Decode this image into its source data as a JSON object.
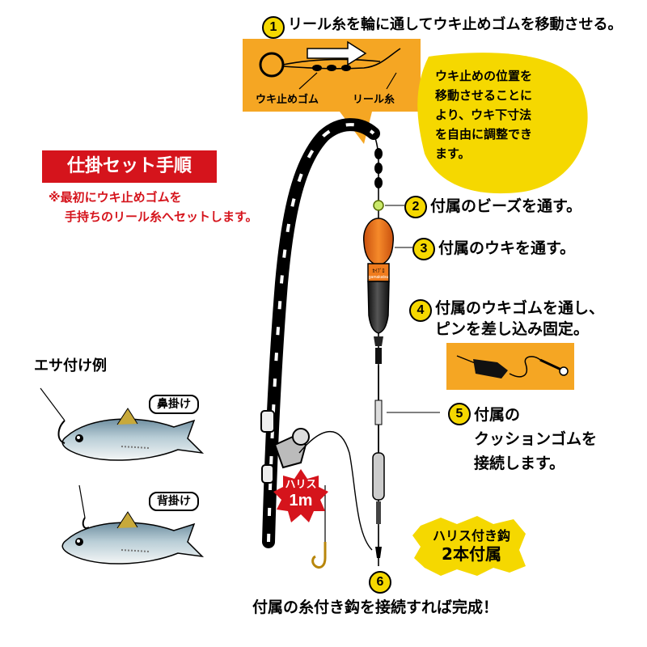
{
  "title": {
    "banner": "仕掛セット手順",
    "note_line1": "※最初にウキ止めゴムを",
    "note_line2": "手持ちのリール糸へセットします。"
  },
  "steps": [
    {
      "num": "1",
      "text": "リール糸を輪に通してウキ止めゴムを移動させる。"
    },
    {
      "num": "2",
      "text": "付属のビーズを通す。"
    },
    {
      "num": "3",
      "text": "付属のウキを通す。"
    },
    {
      "num": "4",
      "line1": "付属のウキゴムを通し、",
      "line2": "ピンを差し込み固定。"
    },
    {
      "num": "5",
      "line1": "付属の",
      "line2": "クッションゴムを",
      "line3": "接続します。"
    },
    {
      "num": "6",
      "text": "付属の糸付き鈎を接続すれば完成！"
    }
  ],
  "step1_diagram": {
    "label_stopper": "ウキ止めゴム",
    "label_line": "リール糸"
  },
  "yellow_note": {
    "lines": [
      "ウキ止めの位置を",
      "移動させることに",
      "より、ウキ下寸法",
      "を自由に調整でき",
      "ます。"
    ]
  },
  "bait": {
    "heading": "エサ付け例",
    "nose_label": "鼻掛け",
    "back_label": "背掛け"
  },
  "harisu": {
    "line1": "ハリス",
    "line2": "1m"
  },
  "hooks_note": {
    "line1": "ハリス付き鈎",
    "line2": "2本付属"
  },
  "float_print": {
    "line1": "ｶｲﾌﾞﾛ",
    "line2": "gamakatsu"
  },
  "colors": {
    "yellow": "#f5d800",
    "orange": "#f5a623",
    "red": "#d5141c",
    "float_orange": "#f07c1e"
  }
}
